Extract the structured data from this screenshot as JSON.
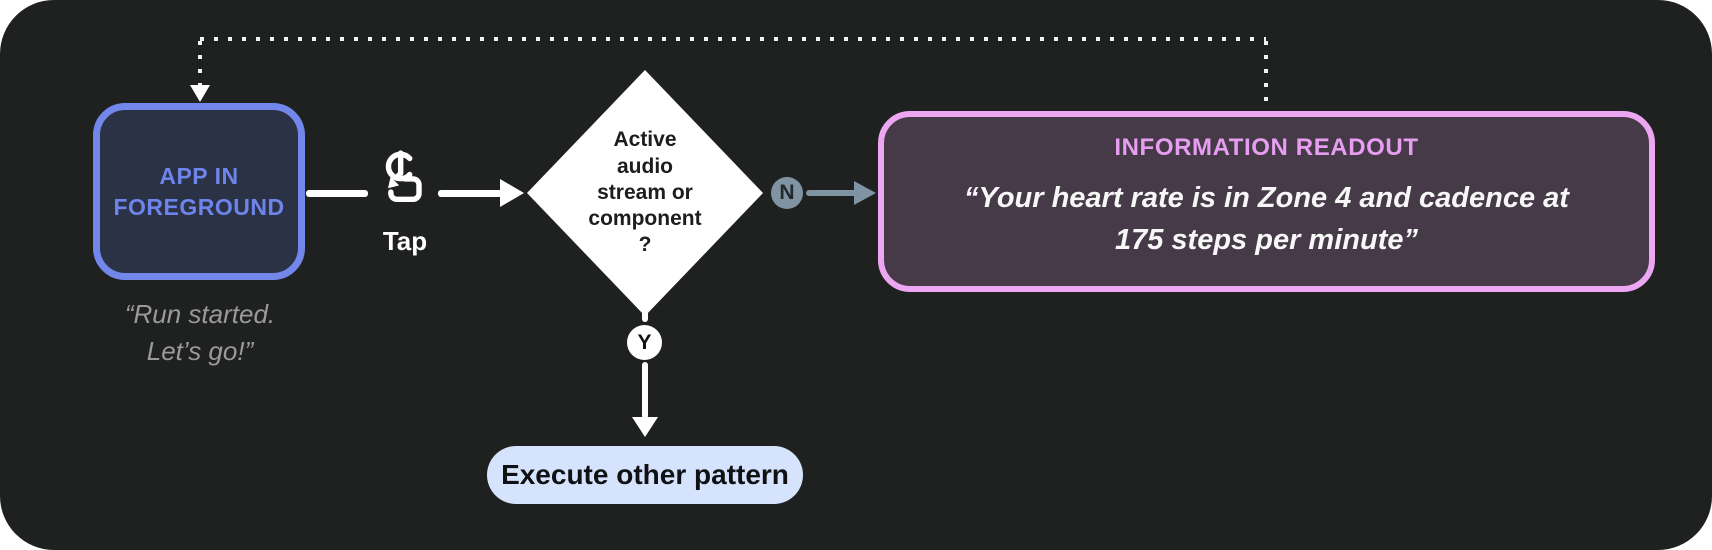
{
  "panel": {
    "bg": "#1f2020",
    "page_bg": "#ffffff"
  },
  "app_node": {
    "label": "APP IN\nFOREGROUND",
    "caption": "“Run started.\nLet’s go!”",
    "border_color": "#7287e9",
    "fill_color": "#2b3245",
    "text_color": "#6d84eb",
    "caption_color": "#9a9a9a"
  },
  "tap": {
    "label": "Tap",
    "icon": "tap-gesture-icon",
    "color": "#ffffff"
  },
  "decision": {
    "label": "Active\naudio\nstream or\ncomponent\n?",
    "fill_color": "#ffffff",
    "text_color": "#1d1d1d"
  },
  "no_branch": {
    "badge": "N",
    "color": "#8093a3"
  },
  "yes_branch": {
    "badge": "Y",
    "color": "#ffffff"
  },
  "readout_node": {
    "title": "INFORMATION READOUT",
    "quote": "“Your heart rate is in Zone 4 and cadence at\n175 steps per minute”",
    "border_color": "#eda7f2",
    "fill_color": "#463a48",
    "title_color": "#e79ef0",
    "quote_color": "#f7f7f7"
  },
  "action_node": {
    "label": "Execute other pattern",
    "fill_color": "#d6e3fc",
    "text_color": "#101114"
  },
  "feedback_loop": {
    "style": "dotted",
    "color": "#f2f2f2"
  }
}
